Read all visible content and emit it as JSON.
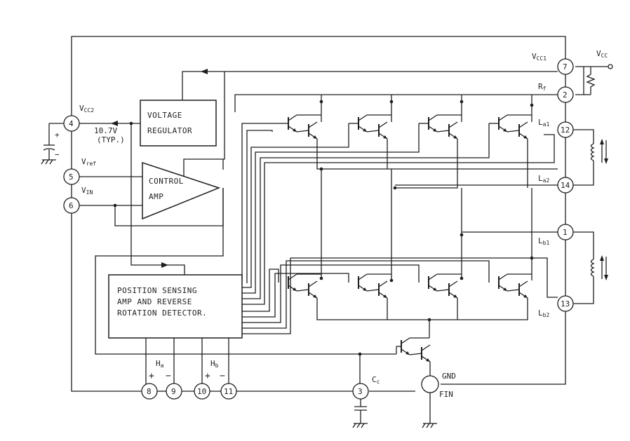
{
  "labels": {
    "vcc1": "V",
    "vcc1_sub": "CC1",
    "vcc": "V",
    "vcc_sub": "CC",
    "rf": "R",
    "rf_sub": "f",
    "vcc2": "V",
    "vcc2_sub": "CC2",
    "voltage_typ_1": "10.7V",
    "voltage_typ_2": "(TYP.)",
    "vref": "V",
    "vref_sub": "ref",
    "vin": "V",
    "vin_sub": "IN",
    "la1": "L",
    "la1_sub": "a1",
    "la2": "L",
    "la2_sub": "a2",
    "lb1": "L",
    "lb1_sub": "b1",
    "lb2": "L",
    "lb2_sub": "b2",
    "ha": "H",
    "ha_sub": "a",
    "hb": "H",
    "hb_sub": "b",
    "cc": "C",
    "cc_sub": "c",
    "gnd": "GND",
    "fin": "FIN",
    "plus": "+",
    "minus": "−"
  },
  "blocks": {
    "voltage_regulator": [
      "VOLTAGE",
      "REGULATOR"
    ],
    "control_amp": [
      "CONTROL",
      "AMP"
    ],
    "position_sensing": [
      "POSITION SENSING",
      "AMP AND REVERSE",
      "ROTATION DETECTOR."
    ]
  },
  "pins": {
    "p1": "1",
    "p2": "2",
    "p3": "3",
    "p4": "4",
    "p5": "5",
    "p6": "6",
    "p7": "7",
    "p8": "8",
    "p9": "9",
    "p10": "10",
    "p11": "11",
    "p12": "12",
    "p13": "13",
    "p14": "14"
  }
}
